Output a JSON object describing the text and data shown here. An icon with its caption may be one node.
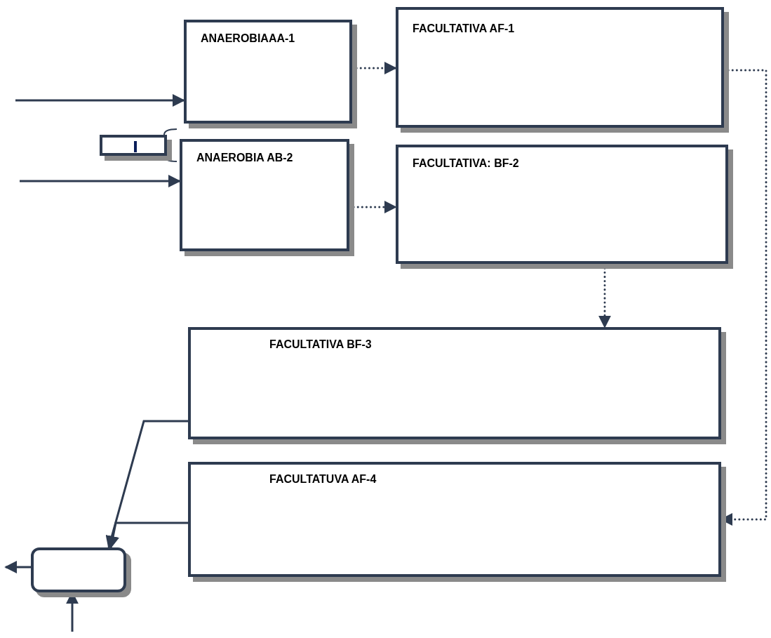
{
  "diagram": {
    "nodes": [
      {
        "text": [
          "ANAEROBIAAA-1"
        ]
      },
      {
        "text": [
          "FACULTATIVA AF-1"
        ]
      },
      {
        "text": [],
        "shape": "box"
      },
      {
        "text": [
          "ANAEROBIA AB-2"
        ]
      },
      {
        "text": [
          "FACULTATIVA: BF-2"
        ]
      },
      {
        "text": [
          "FACULTATIVA BF-3"
        ]
      },
      {
        "text": [
          "FACULTATUVA AF-4"
        ]
      },
      {
        "text": [],
        "shape": "box"
      }
    ],
    "edges": [
      {
        "from": null,
        "to": 0,
        "arrow": "to"
      },
      {
        "from": null,
        "to": 3,
        "arrow": "to"
      },
      {
        "from": 0,
        "to": 1,
        "arrow": "to",
        "style": "dashed"
      },
      {
        "from": 3,
        "to": 4,
        "arrow": "to",
        "style": "dashed"
      },
      {
        "from": 4,
        "to": 5,
        "arrow": "to",
        "style": "dashed"
      },
      {
        "from": 1,
        "to": 6,
        "arrow": "to",
        "style": "dashed"
      },
      {
        "from": 5,
        "to": 7,
        "arrow": "to"
      },
      {
        "from": 6,
        "to": 7,
        "arrow": "to"
      },
      {
        "from": 7,
        "to": null,
        "arrow": "to"
      },
      {
        "from": null,
        "to": 7,
        "arrow": "to"
      }
    ]
  }
}
